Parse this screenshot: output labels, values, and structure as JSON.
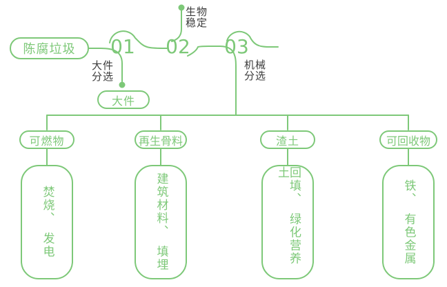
{
  "diagram": {
    "source_pill": "陈腐垃圾",
    "numbers": [
      "01",
      "02",
      "03"
    ],
    "annotations": {
      "biological": "生物\n稳定",
      "bulky_sort": "大件\n分选",
      "mechanical_sort": "机械\n分选"
    },
    "bulky_pill": "大件",
    "branches": [
      {
        "pill": "可燃物",
        "box": "焚烧、　发电"
      },
      {
        "pill": "再生骨料",
        "box": "建筑材料、　填埋"
      },
      {
        "pill": "渣土",
        "box": "回填、　绿化营养土"
      },
      {
        "pill": "可回收物",
        "box": "铁、　有色金属"
      }
    ],
    "colors": {
      "green": "#7dc878",
      "label": "#3b3b3b"
    }
  }
}
